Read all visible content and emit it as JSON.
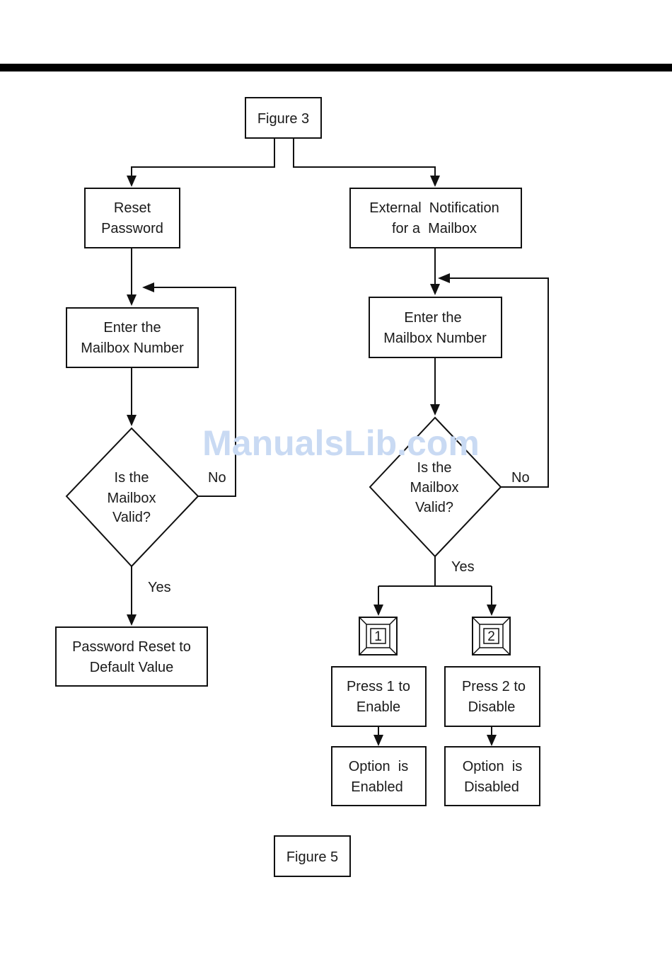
{
  "watermark": "ManualsLib.com",
  "nodes": {
    "figure3": "Figure 3",
    "reset_password": [
      "Reset",
      "Password"
    ],
    "enter_mailbox_left": [
      "Enter the",
      "Mailbox Number"
    ],
    "valid_left": [
      "Is the",
      "Mailbox",
      "Valid?"
    ],
    "password_reset": [
      "Password Reset to",
      "Default Value"
    ],
    "external_notification": [
      "External  Notification",
      "for a  Mailbox"
    ],
    "enter_mailbox_right": [
      "Enter the",
      "Mailbox Number"
    ],
    "valid_right": [
      "Is the",
      "Mailbox",
      "Valid?"
    ],
    "key1": "1",
    "key2": "2",
    "press1": [
      "Press 1 to",
      "Enable"
    ],
    "press2": [
      "Press 2 to",
      "Disable"
    ],
    "option_enabled": [
      "Option  is",
      "Enabled"
    ],
    "option_disabled": [
      "Option  is",
      "Disabled"
    ],
    "figure5": "Figure 5"
  },
  "labels": {
    "no": "No",
    "yes": "Yes"
  },
  "colors": {
    "line": "#111111",
    "top_rule": "#000000",
    "watermark": "#c9daf3"
  }
}
